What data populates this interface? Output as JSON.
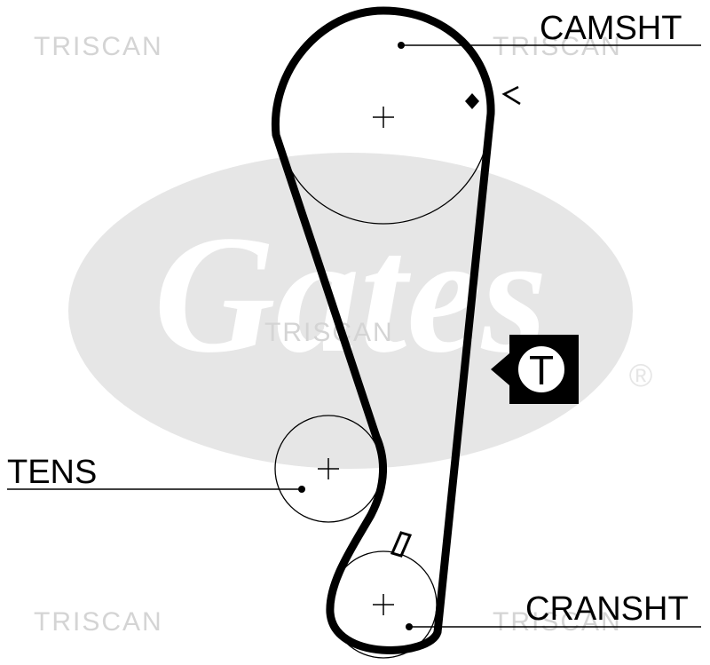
{
  "labels": {
    "camshaft": "CAMSHT",
    "tensioner": "TENS",
    "crankshaft": "CRANSHT"
  },
  "tensioner_symbol": "T",
  "watermarks": {
    "brand": "TRISCAN",
    "background_logo": "Gates",
    "registered_mark": "®"
  },
  "colors": {
    "belt": "#000000",
    "pulley_outline": "#000000",
    "watermark_logo": "#e6e6e6",
    "watermark_text": "#d4d4d4",
    "background": "#ffffff"
  },
  "icons": {
    "tensioner_symbol": "tensioner-arrow-icon",
    "timing_mark": "timing-mark-icon"
  }
}
